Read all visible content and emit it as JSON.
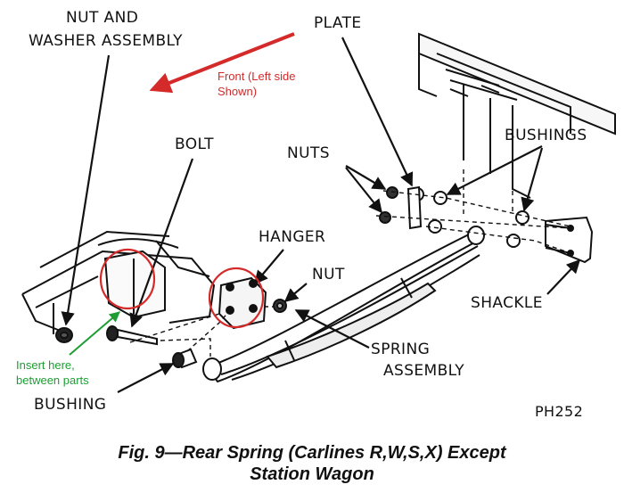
{
  "labels": {
    "nut_and": "NUT AND",
    "washer_assembly": "WASHER ASSEMBLY",
    "plate": "PLATE",
    "bolt": "BOLT",
    "bushings": "BUSHINGS",
    "nuts": "NUTS",
    "hanger": "HANGER",
    "nut": "NUT",
    "shackle": "SHACKLE",
    "spring": "SPRING",
    "assembly": "ASSEMBLY",
    "bushing": "BUSHING",
    "code": "PH252"
  },
  "annotations": {
    "front_line1": "Front (Left side",
    "front_line2": "Shown)",
    "insert_line1": "Insert here,",
    "insert_line2": "between parts"
  },
  "caption": {
    "line1": "Fig. 9—Rear Spring (Carlines R,W,S,X) Except",
    "line2": "Station Wagon"
  },
  "colors": {
    "annotation_red": "#d42a2a",
    "annotation_green": "#1f9d35",
    "ink": "#111111"
  }
}
